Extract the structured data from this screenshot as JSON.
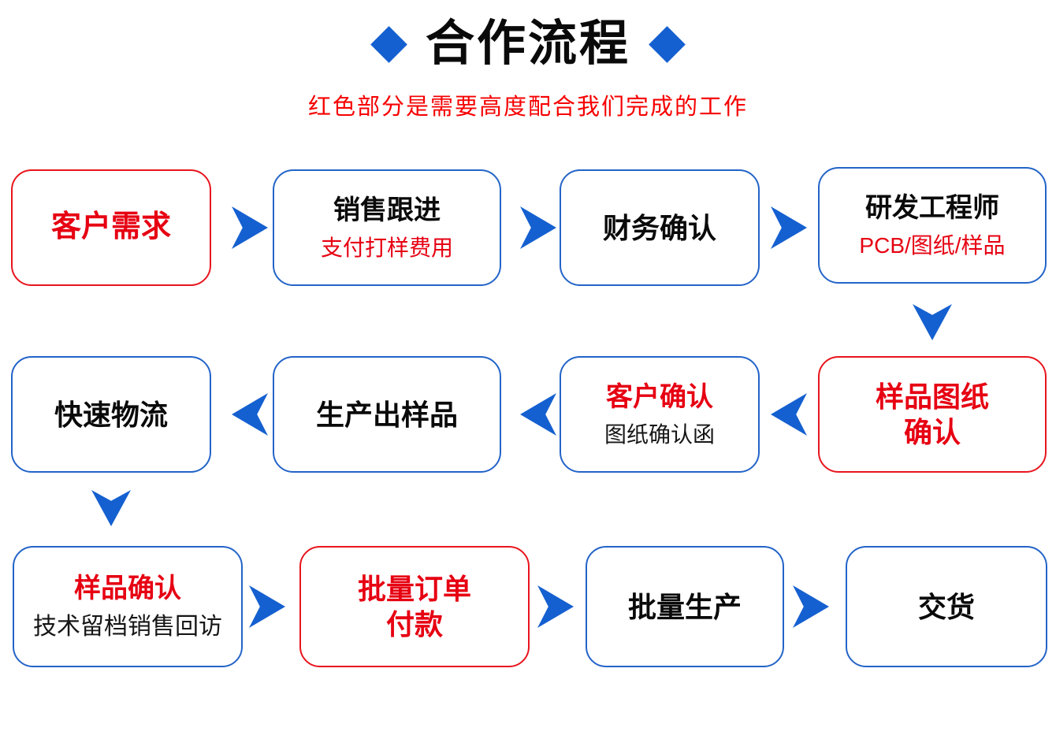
{
  "header": {
    "title": "合作流程",
    "subtitle": "红色部分是需要高度配合我们完成的工作"
  },
  "colors": {
    "arrow_blue": "#1560d0",
    "border_blue": "#2364c8",
    "border_red": "#e8151d",
    "text_red": "#e60012",
    "subtitle_red": "#f60000",
    "text_black": "#0a0a0a"
  },
  "icons": {
    "title_left": "diamond-icon",
    "title_right": "diamond-icon",
    "flow_right": "arrow-right-icon",
    "flow_left": "arrow-left-icon",
    "flow_down": "arrow-down-icon"
  },
  "nodes": [
    {
      "title": "客户需求"
    },
    {
      "title": "销售跟进",
      "subtitle": "支付打样费用"
    },
    {
      "title": "财务确认"
    },
    {
      "title": "研发工程师",
      "subtitle": "PCB/图纸/样品"
    },
    {
      "title": "样品图纸",
      "title2": "确认"
    },
    {
      "title": "客户确认",
      "subtitle": "图纸确认函"
    },
    {
      "title": "生产出样品"
    },
    {
      "title": "快速物流"
    },
    {
      "title": "样品确认",
      "subtitle": "技术留档销售回访"
    },
    {
      "title": "批量订单",
      "title2": "付款"
    },
    {
      "title": "批量生产"
    },
    {
      "title": "交货"
    }
  ]
}
